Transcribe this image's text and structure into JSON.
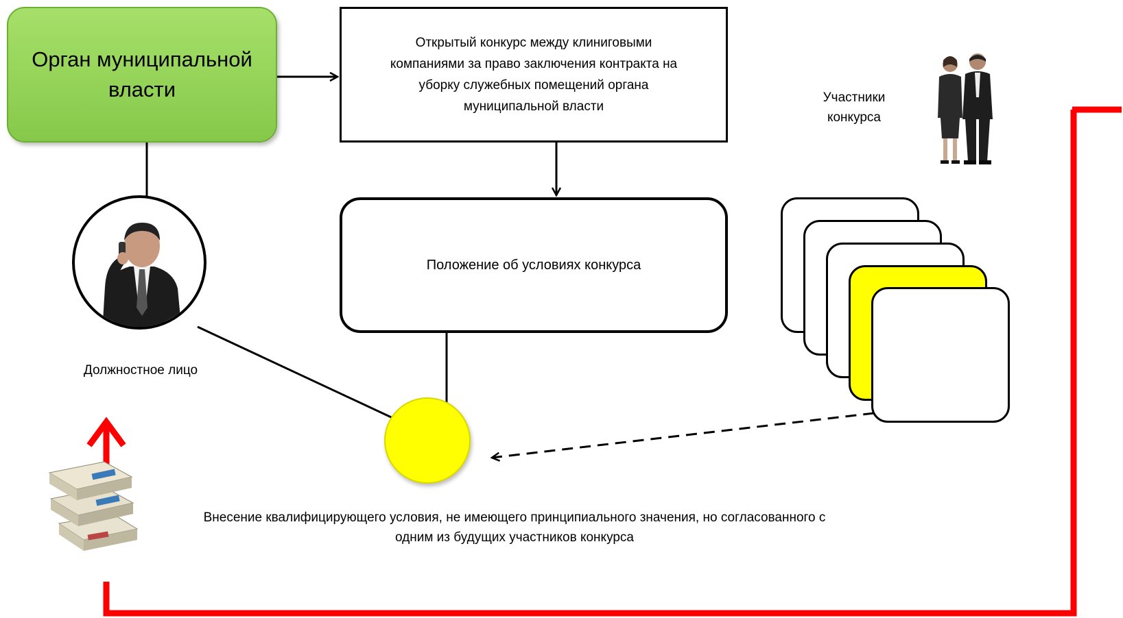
{
  "nodes": {
    "authority": "Орган муниципальной власти",
    "contest": "Открытый конкурс между клиниговыми компаниями за право заключения контракта на уборку служебных помещений органа муниципальной власти",
    "conditions": "Положение об условиях конкурса",
    "official_label": "Должностное лицо",
    "participants_label": "Участники конкурса",
    "note": "Внесение квалифицирующего условия, не имеющего принципиального значения, но согласованного с одним из будущих участников конкурса"
  },
  "icons": {
    "official": "businessman-on-phone-icon",
    "participants": "business-people-icon",
    "money": "cash-stacks-icon"
  },
  "colors": {
    "authority_fill": "#94d45a",
    "highlight": "#ffff00",
    "kickback_arrow": "#ff0000"
  }
}
